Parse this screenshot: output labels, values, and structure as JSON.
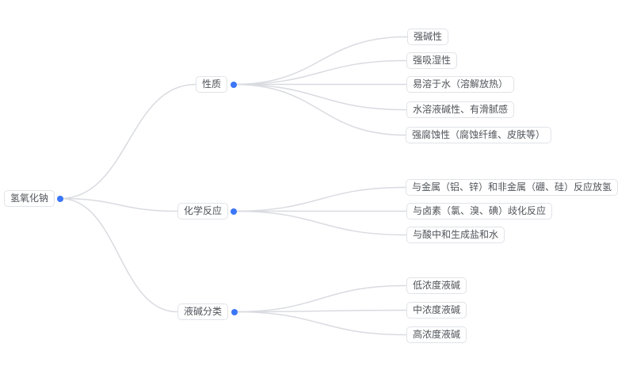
{
  "mindmap": {
    "root": {
      "label": "氢氧化钠"
    },
    "branches": [
      {
        "label": "性质",
        "children": [
          "强碱性",
          "强吸湿性",
          "易溶于水（溶解放热）",
          "水溶液碱性、有滑腻感",
          "强腐蚀性（腐蚀纤维、皮肤等）"
        ]
      },
      {
        "label": "化学反应",
        "children": [
          "与金属（铝、锌）和非金属（硼、硅）反应放氢",
          "与卤素（氯、溴、碘）歧化反应",
          "与酸中和生成盐和水"
        ]
      },
      {
        "label": "液碱分类",
        "children": [
          "低浓度液碱",
          "中浓度液碱",
          "高浓度液碱"
        ]
      }
    ],
    "colors": {
      "dot_accent": "#3b76f6",
      "connector_line": "#d9dbe0",
      "node_border": "#e1e3e8",
      "node_text": "#50545a",
      "background": "#ffffff"
    }
  }
}
